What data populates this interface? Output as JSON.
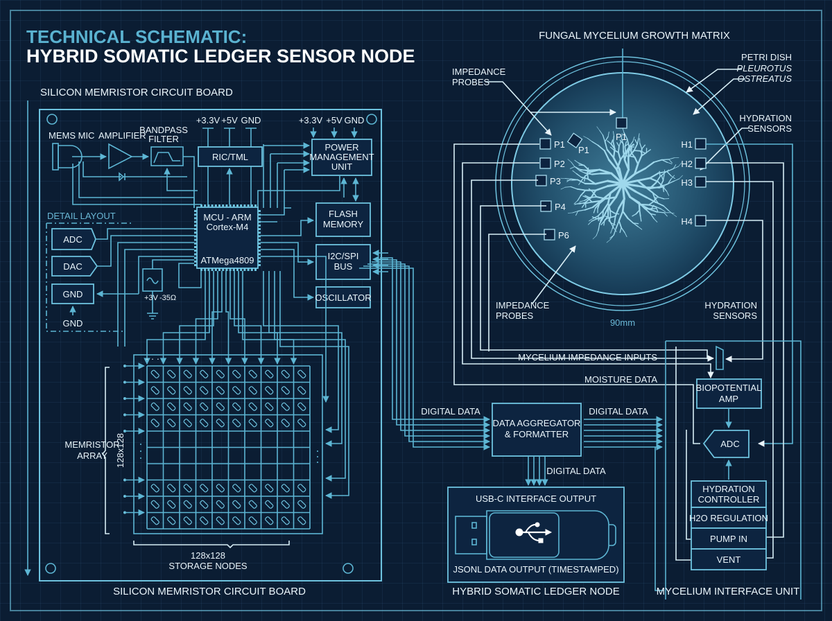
{
  "title": {
    "line1": "TECHNICAL SCHEMATIC:",
    "line2": "HYBRID SOMATIC LEDGER SENSOR NODE"
  },
  "board": {
    "top_label": "SILICON MEMRISTOR CIRCUIT BOARD",
    "bottom_label": "SILICON MEMRISTOR CIRCUIT BOARD",
    "mems_mic": "MEMS MIC",
    "amplifier": "AMPLIFIER",
    "bandpass": [
      "BANDPASS",
      "FILTER"
    ],
    "rails_left": [
      "+3.3V",
      "+5V",
      "GND"
    ],
    "rails_right": [
      "+3.3V",
      "+5V",
      "GND"
    ],
    "ric_block": "RIC/TML",
    "pmu": [
      "POWER",
      "MANAGEMENT",
      "UNIT"
    ],
    "mcu": [
      "MCU - ARM",
      "Cortex-M4"
    ],
    "mcu_part": "ATMega4809",
    "flash": [
      "FLASH",
      "MEMORY"
    ],
    "bus": [
      "I2C/SPI",
      "BUS"
    ],
    "oscillator": "OSCILLATOR",
    "osc_values": [
      "+3V",
      "-35Ω"
    ],
    "detail_layout": {
      "title": "DETAIL LAYOUT",
      "items": [
        "ADC",
        "DAC",
        "GND"
      ],
      "gnd_label": "GND"
    },
    "array": {
      "label": [
        "MEMRISTOR",
        "ARRAY"
      ],
      "side_dim": "128x128",
      "bottom_dim": "128x128",
      "bottom_label": "STORAGE NODES",
      "dots": "· · ·"
    }
  },
  "petri": {
    "title": "FUNGAL MYCELIUM GROWTH MATRIX",
    "dish_label": "PETRI DISH",
    "species": [
      "PLEUROTUS",
      "OSTREATUS"
    ],
    "impedance_top": [
      "IMPEDANCE",
      "PROBES"
    ],
    "impedance_bottom": [
      "IMPEDANCE",
      "PROBES"
    ],
    "hydration_top": [
      "HYDRATION",
      "SENSORS"
    ],
    "hydration_bottom": [
      "HYDRATION",
      "SENSORS"
    ],
    "diameter": "90mm",
    "probes": [
      "P1",
      "P1",
      "P1",
      "P2",
      "P3",
      "P4",
      "P6"
    ],
    "hydration": [
      "H1",
      "H2",
      "H3",
      "H4"
    ]
  },
  "signals": {
    "impedance_inputs": "MYCELIUM IMPEDANCE INPUTS",
    "moisture": "MOISTURE DATA",
    "digital_in": "DIGITAL DATA",
    "digital_out": "DIGITAL DATA",
    "digital_down": "DIGITAL DATA"
  },
  "aggregator": [
    "DATA AGGREGATOR",
    "& FORMATTER"
  ],
  "usb": {
    "header": "USB-C INTERFACE OUTPUT",
    "footer": "JSONL DATA OUTPUT (TIMESTAMPED)",
    "caption": "HYBRID SOMATIC LEDGER NODE"
  },
  "interface_unit": {
    "biopotential": [
      "BIOPOTENTIAL",
      "AMP"
    ],
    "adc": "ADC",
    "hydration_controller": [
      "HYDRATION",
      "CONTROLLER"
    ],
    "h2o": "H2O REGULATION",
    "pump": "PUMP IN",
    "vent": "VENT",
    "caption": "MYCELIUM INTERFACE UNIT"
  }
}
